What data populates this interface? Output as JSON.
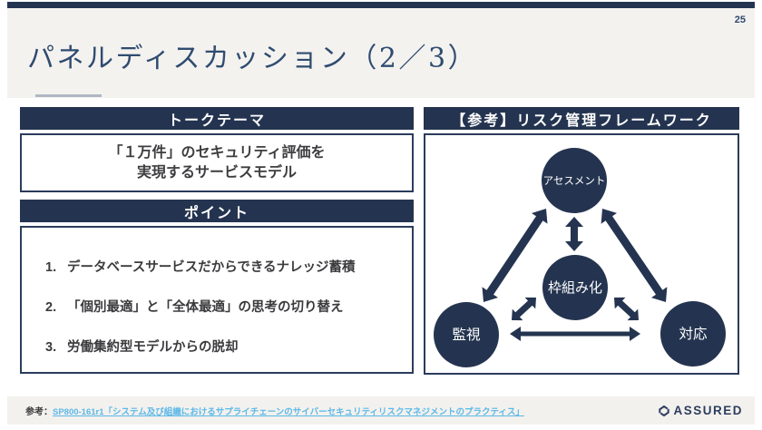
{
  "page": {
    "number": "25"
  },
  "title": "パネルディスカッション（2／3）",
  "left": {
    "talk_theme": {
      "header": "トークテーマ",
      "line1": "「１万件」のセキュリティ評価を",
      "line2": "実現するサービスモデル"
    },
    "points": {
      "header": "ポイント",
      "items": [
        {
          "num": "1.",
          "text": "データベースサービスだからできるナレッジ蓄積"
        },
        {
          "num": "2.",
          "text": "「個別最適」と「全体最適」の思考の切り替え"
        },
        {
          "num": "3.",
          "text": "労働集約型モデルからの脱却"
        }
      ]
    }
  },
  "right": {
    "header": "【参考】リスク管理フレームワーク",
    "diagram": {
      "nodes": {
        "assessment": "アセスメント",
        "framework": "枠組み化",
        "monitor": "監視",
        "respond": "対応"
      }
    }
  },
  "footer": {
    "ref_label": "参考：",
    "ref_link": "SP800-161r1「システム及び組織におけるサプライチェーンのサイバーセキュリティリスクマネジメントのプラクティス」",
    "logo_text": "ASSURED"
  },
  "colors": {
    "navy": "#243450",
    "link_blue": "#5bb8e8",
    "band_bg": "#f4f2ef"
  }
}
